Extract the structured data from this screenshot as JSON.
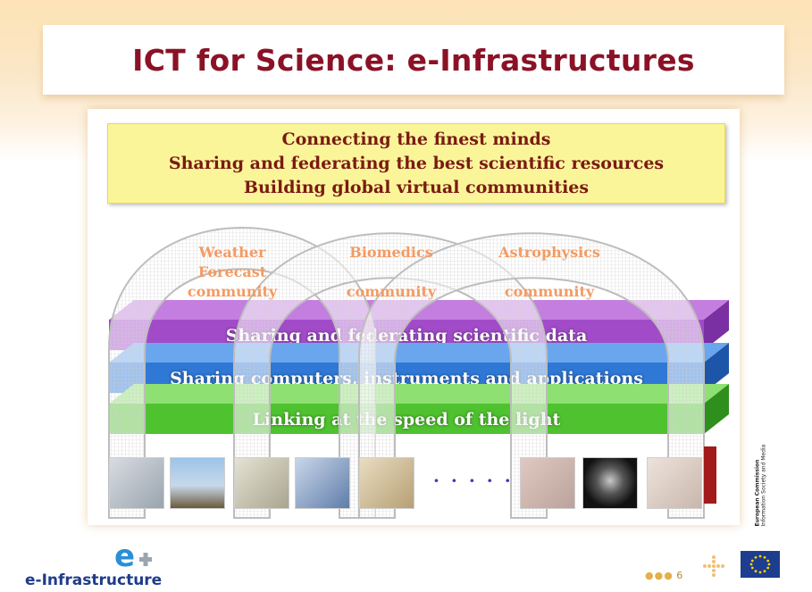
{
  "slide": {
    "title": "ICT for Science: e-Infrastructures",
    "tagline": [
      "Connecting the finest minds",
      "Sharing and federating the best scientific resources",
      "Building global virtual communities"
    ],
    "communities": [
      {
        "lines": [
          "Weather",
          "Forecast",
          "community"
        ]
      },
      {
        "lines": [
          "Biomedics",
          "",
          "community"
        ]
      },
      {
        "lines": [
          "Astrophysics",
          "",
          "community"
        ]
      }
    ],
    "layers": [
      {
        "label": "Sharing and federating scientific data",
        "color": "#a24bc9"
      },
      {
        "label": "Sharing computers, instruments and applications",
        "color": "#2f78d6"
      },
      {
        "label": "Linking at the speed of the light",
        "color": "#4fc22f"
      }
    ],
    "ellipsis": "· · · · · ·",
    "logo": {
      "text": "e-Infrastructure",
      "mark": "e"
    },
    "page_number": "6",
    "commission": {
      "line1": "European Commission",
      "line2": "Information Society and Media"
    }
  },
  "colors": {
    "title": "#8b1226",
    "tagline_bg": "#fbf59a",
    "community_text": "#f39b63"
  }
}
